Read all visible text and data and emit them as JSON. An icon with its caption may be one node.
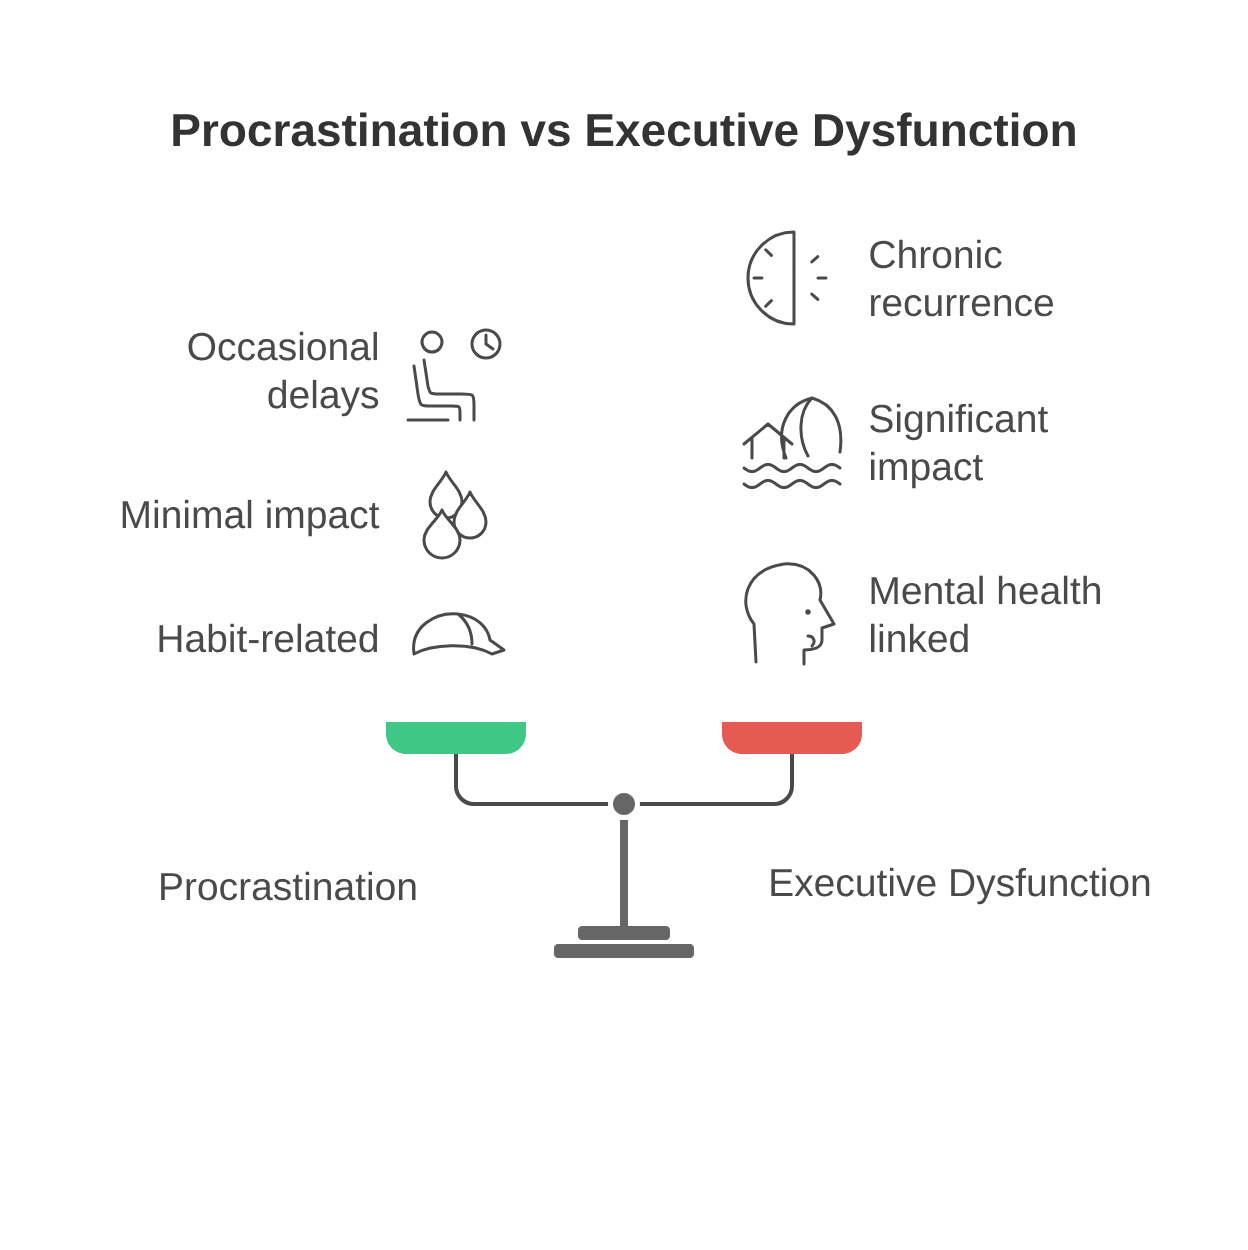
{
  "diagram": {
    "title": "Procrastination vs Executive Dysfunction",
    "labels": [
      "Occasional delays",
      "Minimal impact",
      "Habit-related",
      "Chronic recurrence",
      "Significant impact",
      "Mental health linked",
      "Procrastination",
      "Executive Dysfunction"
    ]
  }
}
